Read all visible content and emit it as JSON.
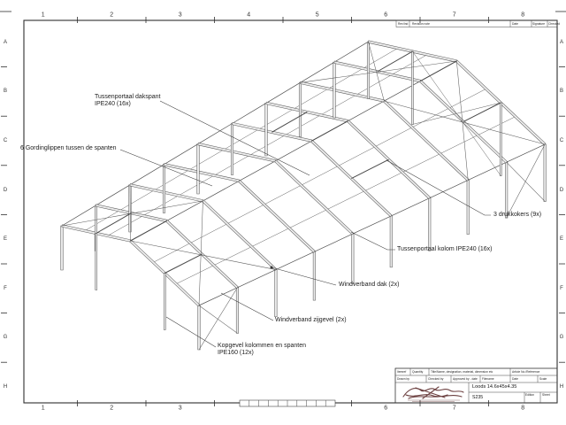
{
  "drawing": {
    "callouts": {
      "dakspant_line1": "Tussenportaal dakspant",
      "dakspant_line2": "IPE240 (16x)",
      "gordinglippen": "6 Gordinglippen tussen de spanten",
      "drukkokers": "3 drukkokers (9x)",
      "kolom": "Tussenportaal kolom IPE240 (16x)",
      "windverband_dak": "Windverband dak (2x)",
      "windverband_zijgevel": "Windverband zijgevel (2x)",
      "kopgevel_line1": "Kopgevel kolommen en spanten",
      "kopgevel_line2": "IPE160 (12x)"
    },
    "grid": {
      "column_numbers": [
        "1",
        "2",
        "3",
        "4",
        "5",
        "6",
        "7",
        "8"
      ],
      "row_letters": [
        "A",
        "B",
        "C",
        "D",
        "E",
        "F",
        "G",
        "H"
      ],
      "bottom_hidden_zones": [
        3,
        4
      ]
    },
    "revision_strip": {
      "columns": [
        "Rev/Ind",
        "Revision note",
        "Date",
        "Signature",
        "Checked"
      ]
    },
    "title_block": {
      "labels_row1": [
        "Itemref",
        "Quantity",
        "Title/Name, designation, material, dimension etc",
        "Article No./Reference"
      ],
      "labels_row2": [
        "Drawn by",
        "Checked by",
        "Approved by - date",
        "Filename",
        "Date",
        "Scale"
      ],
      "edition_label": "Edition",
      "sheet_label": "Sheet",
      "title": "Loods 14.6x45x4.35",
      "material": "S235"
    },
    "colors": {
      "line": "#5f5f5f",
      "frame": "#2f2f2f",
      "logo": "#5c2b2b"
    }
  }
}
